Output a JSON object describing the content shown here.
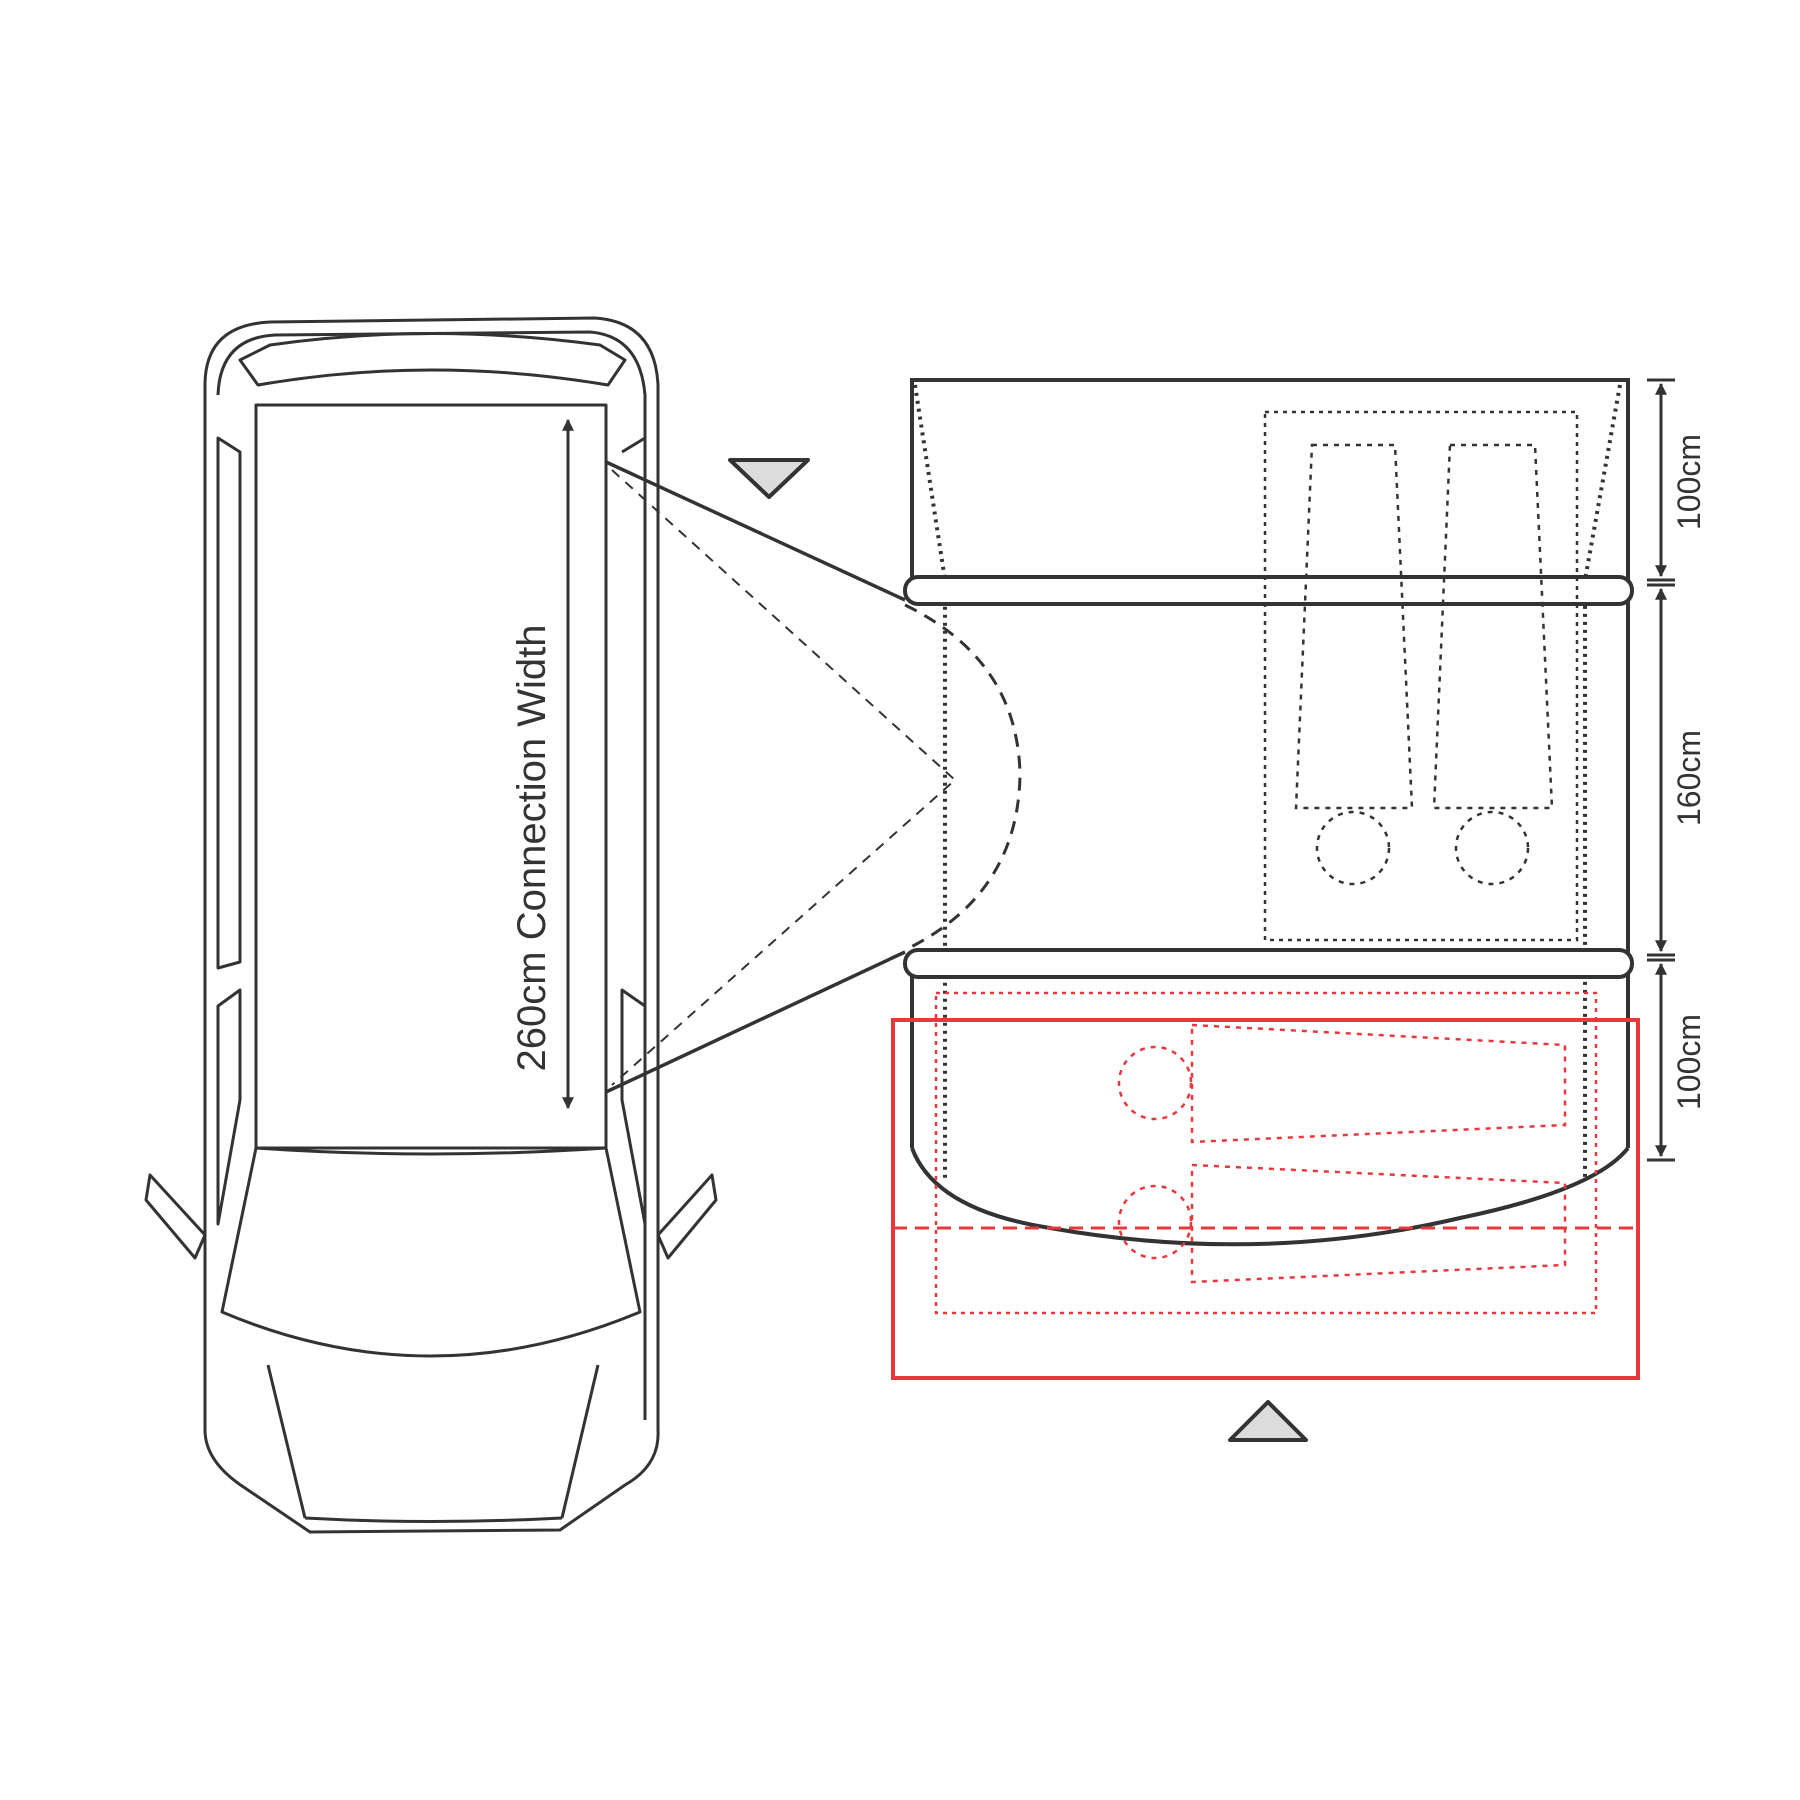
{
  "labels": {
    "connection_width": "260cm Connection Width",
    "dim_top": "100cm",
    "dim_middle": "160cm",
    "dim_bottom": "100cm"
  },
  "colors": {
    "line": "#333333",
    "accent": "#e8383d",
    "marker_fill": "#dcdcdc",
    "background": "#ffffff"
  },
  "icons": {
    "door_marker_top": "triangle-down-icon",
    "door_marker_bottom": "triangle-up-icon"
  }
}
